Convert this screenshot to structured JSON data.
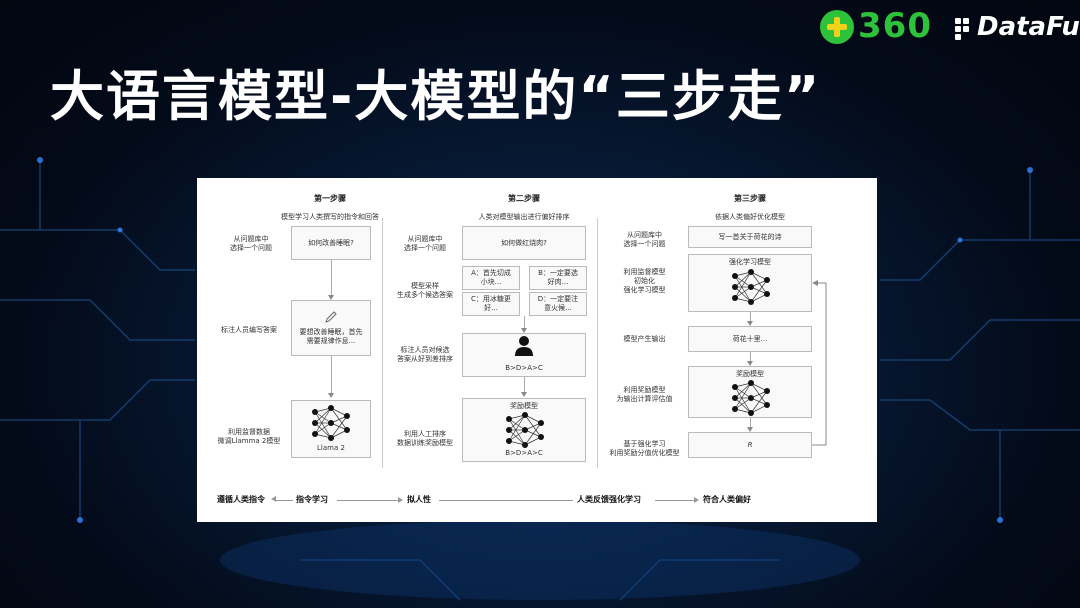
{
  "slide": {
    "title": "大语言模型-大模型的“三步走”"
  },
  "logos": {
    "brand360": "360",
    "datafun": "DataFun."
  },
  "diagram": {
    "step1": {
      "header": "第一步骤",
      "subtitle": "模型学习人类撰写的指令和回答",
      "label_select": "从问题库中\n选择一个问题",
      "question": "如何改善睡眠?",
      "label_write": "标注人员编写答案",
      "answer": "要想改善睡眠，首先\n需要规律作息...",
      "label_finetune": "利用监督数据\n微调Llamma 2模型",
      "model_name": "Llama 2"
    },
    "step2": {
      "header": "第二步骤",
      "subtitle": "人类对模型输出进行偏好排序",
      "label_select": "从问题库中\n选择一个问题",
      "question": "如何做红烧肉?",
      "label_sample": "模型采样\n生成多个候选答案",
      "cand_a": "A：首先切成\n小块...",
      "cand_b": "B：一定要选\n好肉...",
      "cand_c": "C：用冰糖更\n好...",
      "cand_d": "D：一定要注\n意火候...",
      "label_rank": "标注人员对候选\n答案从好到差排序",
      "ranking": "B>D>A>C",
      "label_train": "利用人工排序\n数据训练奖励模型",
      "reward_model": "奖励模型",
      "ranking2": "B>D>A>C"
    },
    "step3": {
      "header": "第三步骤",
      "subtitle": "依据人类偏好优化模型",
      "label_select": "从问题库中\n选择一个问题",
      "question": "写一首关于荷花的诗",
      "label_init": "利用监督模型\n初始化\n强化学习模型",
      "rl_model": "强化学习模型",
      "label_output": "模型产生输出",
      "output": "荷花十里...",
      "label_reward": "利用奖励模型\n为输出计算评估值",
      "reward_model": "奖励模型",
      "label_optimize": "基于强化学习\n利用奖励分值优化模型",
      "r_symbol": "R"
    },
    "bottom": {
      "follow": "遵循人类指令",
      "instruct": "指令学习",
      "humanlike": "拟人性",
      "rlhf": "人类反馈强化学习",
      "preference": "符合人类偏好"
    }
  }
}
